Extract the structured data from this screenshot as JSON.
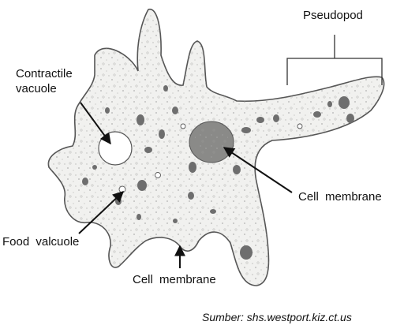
{
  "labels": {
    "contractile_line1": "Contractile",
    "contractile_line2": "vacuole",
    "pseudopod": "Pseudopod",
    "cell_membrane_right": "Cell  membrane",
    "food_vacuole": "Food  valcuole",
    "cell_membrane_bottom": "Cell  membrane"
  },
  "source": "Sumber:  shs.westport.kiz.ct.us",
  "colors": {
    "cytoplasm": "#f1f1ef",
    "outline": "#555555",
    "nucleus": "#8a8a88",
    "vacuole": "#ffffff",
    "granule": "#6e6e6e"
  },
  "icons": {
    "arrow": "arrow-icon",
    "bracket": "bracket-icon"
  }
}
